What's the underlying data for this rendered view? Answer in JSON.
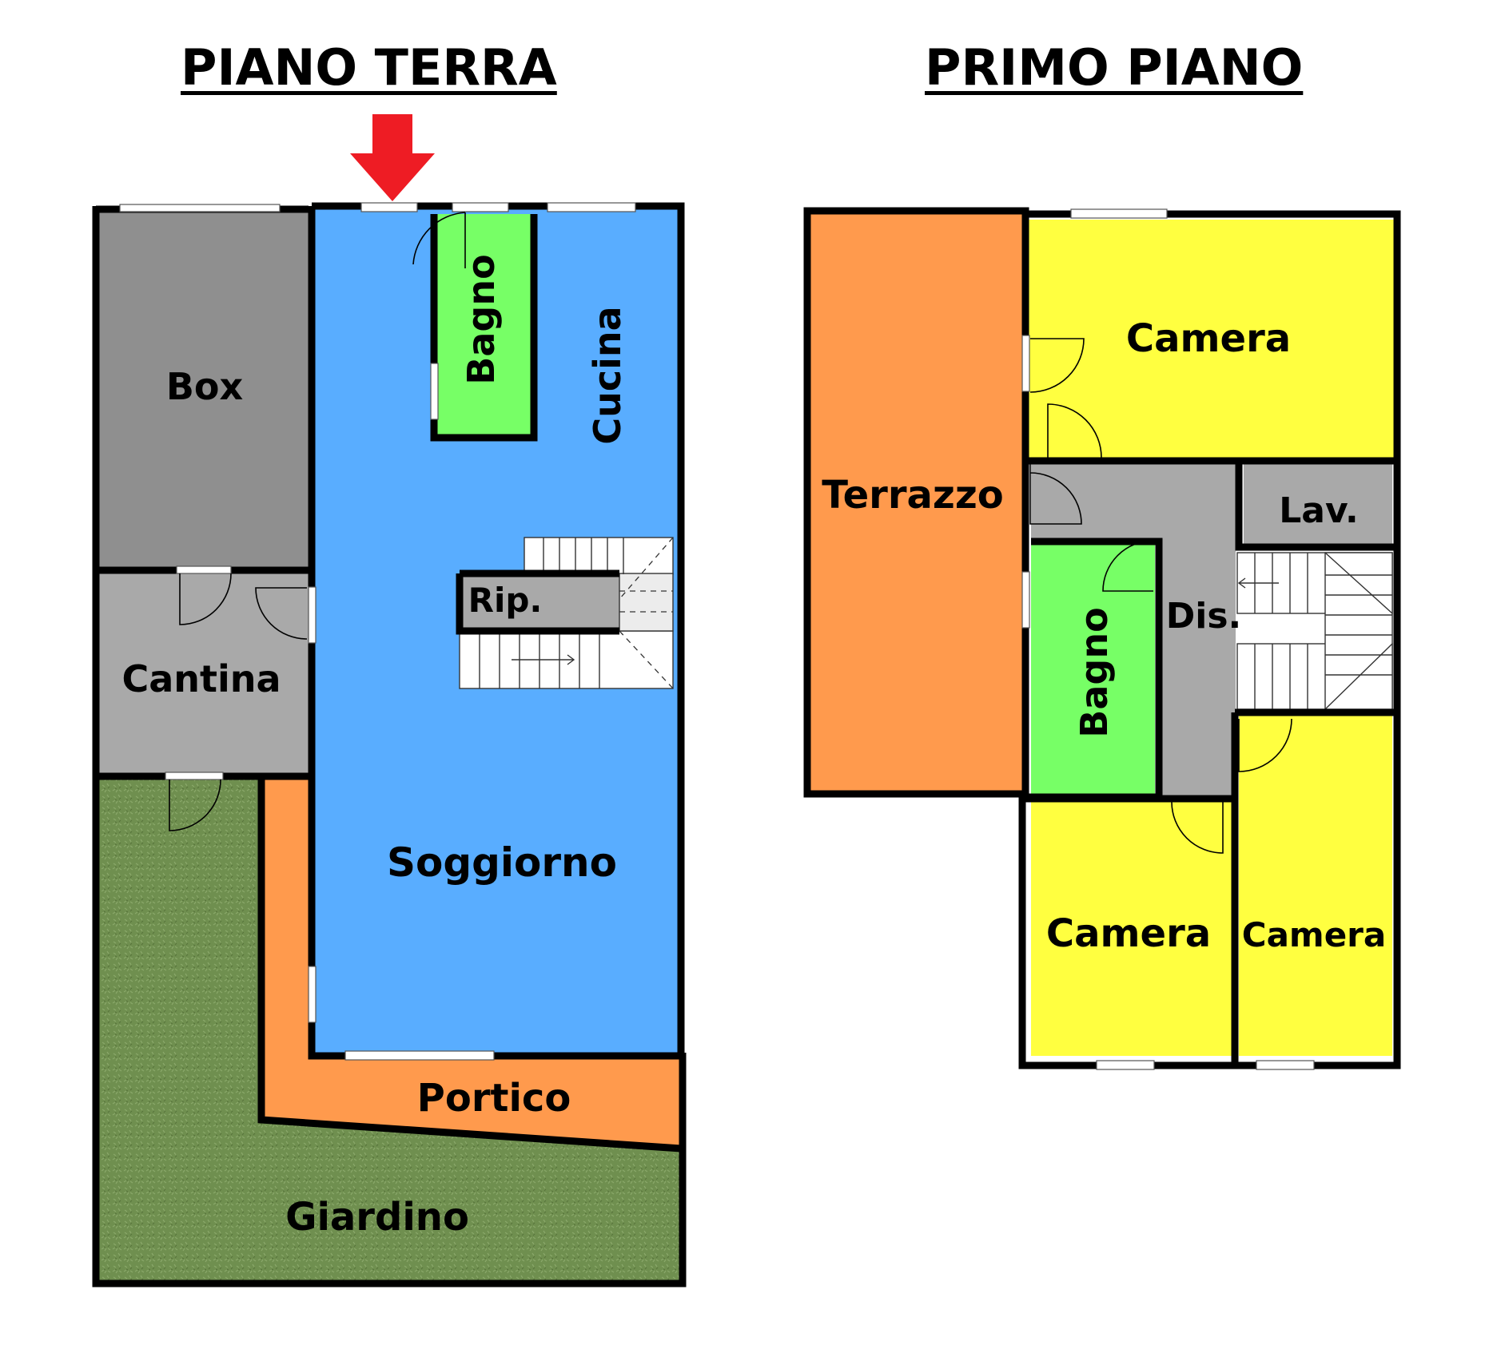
{
  "plans": {
    "ground_floor": {
      "title": "PIANO TERRA",
      "rooms": {
        "box": "Box",
        "cantina": "Cantina",
        "bagno": "Bagno",
        "cucina": "Cucina",
        "ripostiglio": "Rip.",
        "soggiorno": "Soggiorno",
        "portico": "Portico",
        "giardino": "Giardino"
      }
    },
    "first_floor": {
      "title": "PRIMO PIANO",
      "rooms": {
        "terrazzo": "Terrazzo",
        "camera_top": "Camera",
        "lavanderia": "Lav.",
        "disimpegno": "Dis.",
        "bagno": "Bagno",
        "camera_bottom_left": "Camera",
        "camera_bottom_right": "Camera"
      }
    }
  },
  "colors": {
    "box": "#8f8f8f",
    "utility": "#a9a9a9",
    "living": "#59adff",
    "bath": "#77ff66",
    "porch": "#ff9a4d",
    "garden": "#6f8f4f",
    "bedroom": "#ffff40",
    "terrace": "#ff9a4d",
    "wall": "#000000",
    "entrance_arrow": "#ee1c24"
  },
  "icons": {
    "entrance": "entrance-arrow-icon"
  }
}
